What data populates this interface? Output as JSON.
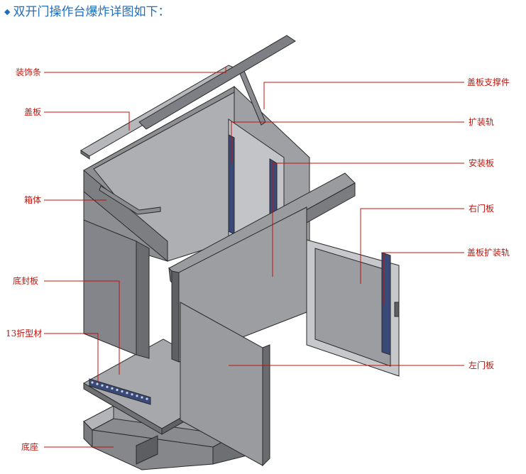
{
  "title": "双开门操作台爆炸详图如下：",
  "colors": {
    "title": "#1f6fc0",
    "label": "#c0140c",
    "panel": "#96979c",
    "panel_light": "#b4b5b9",
    "panel_dark": "#6e6f73",
    "rail": "#3a4a78"
  },
  "labels": {
    "trim": "装饰条",
    "cover": "盖板",
    "cabinet": "箱体",
    "bottom_seal": "底封板",
    "profile13": "13折型材",
    "base": "底座",
    "cover_support": "盖板支撑件",
    "rail": "扩装轨",
    "mount_plate": "安装板",
    "right_door": "右门板",
    "cover_rail": "盖板扩装轨",
    "left_door": "左门板"
  }
}
